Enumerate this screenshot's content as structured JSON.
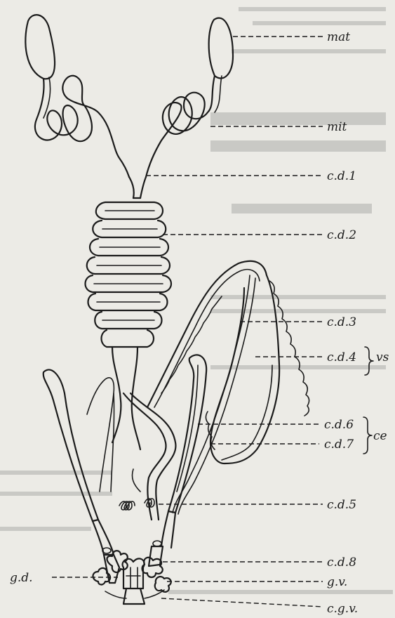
{
  "figure": {
    "labels": {
      "mat": "mat",
      "mit": "mit",
      "cd1": "c.d.1",
      "cd2": "c.d.2",
      "cd3": "c.d.3",
      "cd4": "c.d.4",
      "vs": "vs",
      "cd6": "c.d.6",
      "cd7": "c.d.7",
      "ce": "ce",
      "cd5": "c.d.5",
      "cd8": "c.d.8",
      "gd": "g.d.",
      "gv": "g.v.",
      "cgv": "c.g.v."
    }
  }
}
